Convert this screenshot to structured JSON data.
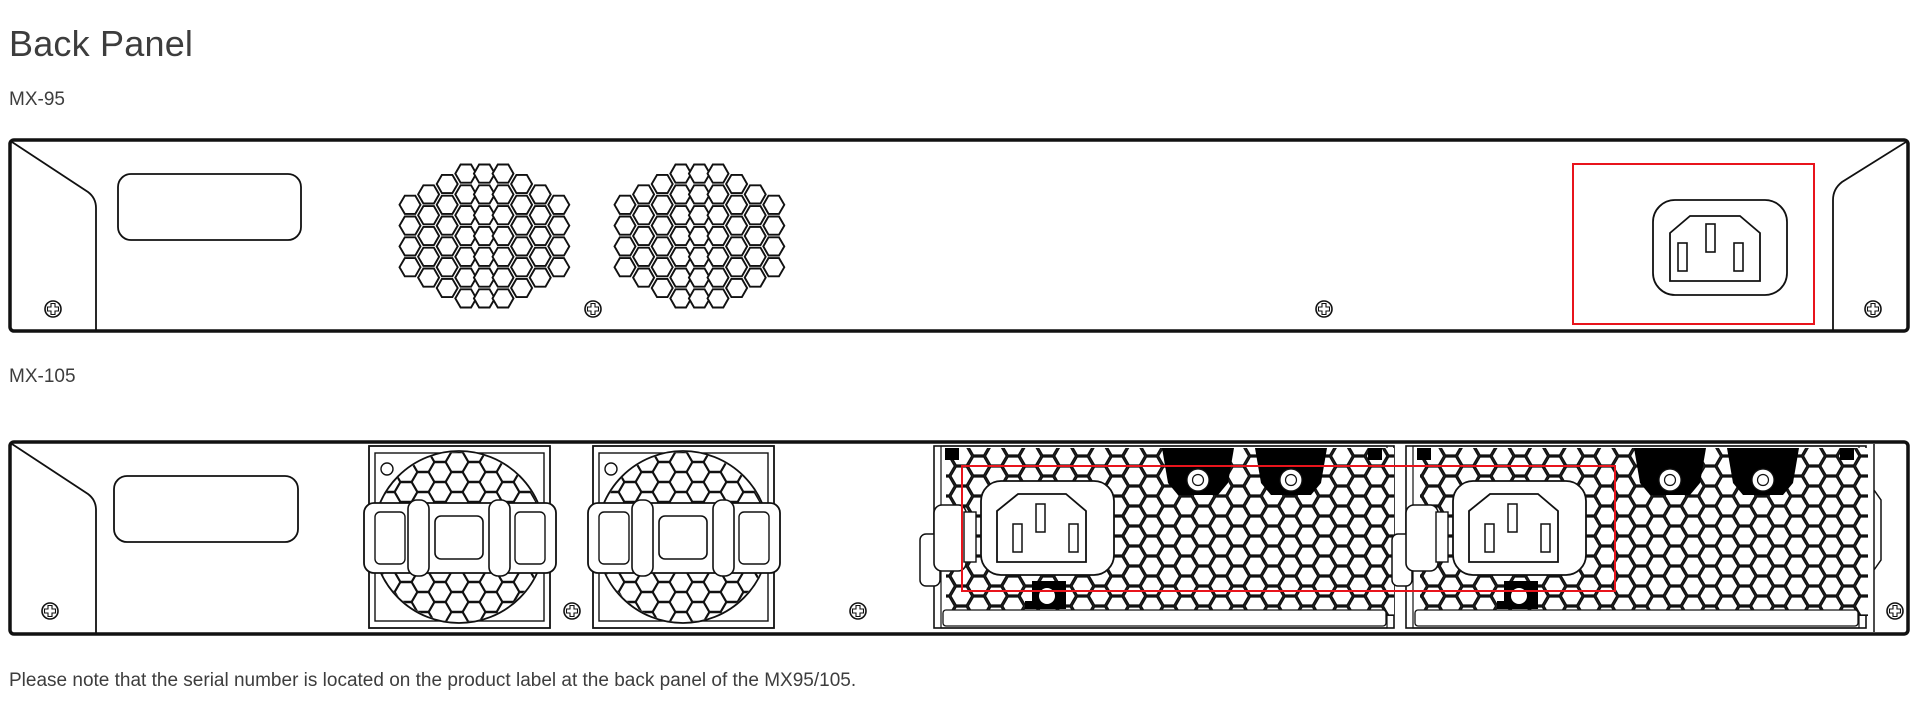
{
  "page": {
    "title": "Back Panel",
    "note": "Please note that the serial number is located on the product label at the back panel of the MX95/105."
  },
  "colors": {
    "highlight": "#e8141c",
    "line": "#111111",
    "text": "#3d3d3d"
  },
  "models": [
    {
      "label": "MX-95",
      "components": [
        "product-label-plate",
        "fan-vent-grille-1",
        "fan-vent-grille-2",
        "ac-power-inlet",
        "chassis-screws"
      ],
      "highlighted": "ac-power-inlet"
    },
    {
      "label": "MX-105",
      "components": [
        "product-label-plate",
        "fan-module-1",
        "fan-module-2",
        "power-supply-1",
        "power-supply-2",
        "chassis-screws"
      ],
      "highlighted": "power-supply-inlets"
    }
  ],
  "icons": {
    "screw": "screw-icon",
    "power_inlet": "power-inlet-icon",
    "vent": "hex-vent-icon",
    "fan": "fan-icon"
  }
}
